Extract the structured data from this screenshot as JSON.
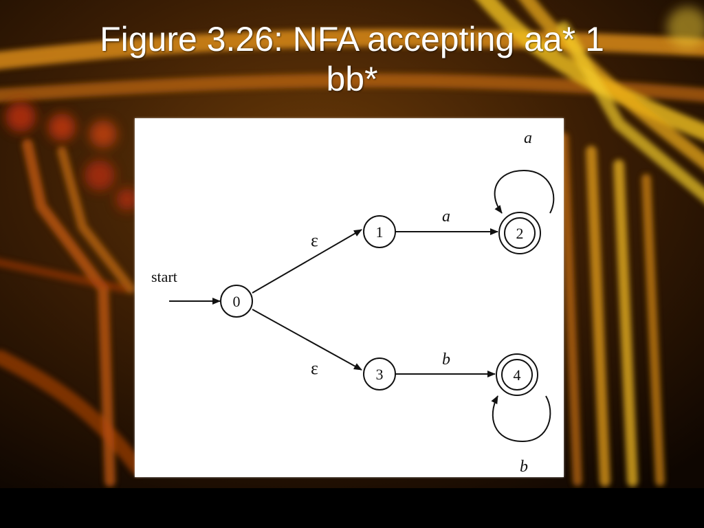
{
  "slide": {
    "title_line1": "Figure 3.26: NFA accepting aa* 1",
    "title_line2": "bb*"
  },
  "diagram": {
    "start_label": "start",
    "states": [
      {
        "id": "0",
        "label": "0",
        "accepting": false
      },
      {
        "id": "1",
        "label": "1",
        "accepting": false
      },
      {
        "id": "2",
        "label": "2",
        "accepting": true
      },
      {
        "id": "3",
        "label": "3",
        "accepting": false
      },
      {
        "id": "4",
        "label": "4",
        "accepting": true
      }
    ],
    "transitions": [
      {
        "from": "0",
        "to": "1",
        "label": "ε"
      },
      {
        "from": "0",
        "to": "3",
        "label": "ε"
      },
      {
        "from": "1",
        "to": "2",
        "label": "a"
      },
      {
        "from": "2",
        "to": "2",
        "label": "a"
      },
      {
        "from": "3",
        "to": "4",
        "label": "b"
      },
      {
        "from": "4",
        "to": "4",
        "label": "b"
      }
    ]
  },
  "colors": {
    "background_dark": "#1a0d02",
    "trace_orange": "#e07a10",
    "trace_yellow": "#f2c21a",
    "trace_red": "#c0300c",
    "title_text": "#ffffff",
    "panel": "#ffffff",
    "bottom_bar": "#000000"
  }
}
